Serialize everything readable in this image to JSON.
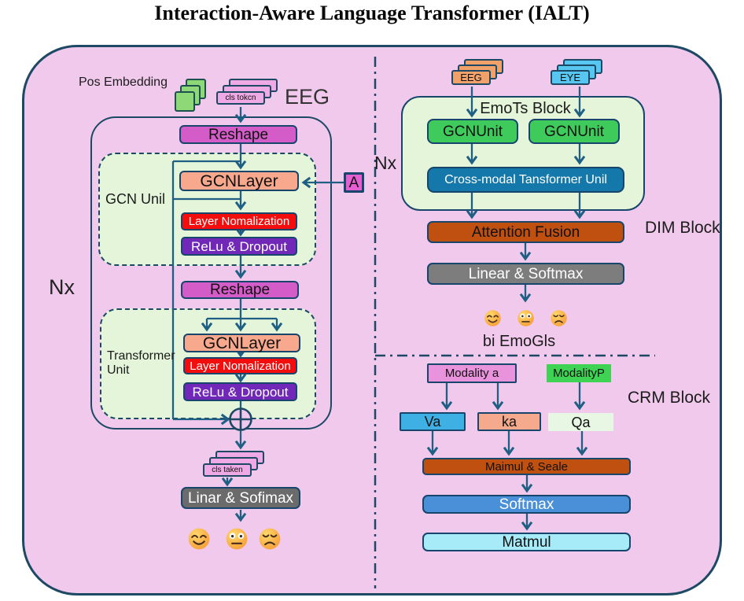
{
  "title": "Interaction-Aware Language Transformer (IALT)",
  "palette": {
    "outer_bg": "#f0c9ec",
    "outer_border": "#1d4965",
    "unit_bg": "#e4f5da",
    "arrow": "#1e5f83",
    "reshape_magenta": "#d45cc8",
    "gcn_layer_salmon": "#f8a88c",
    "layer_norm_red": "#f30d0d",
    "relu_purple": "#7127b8",
    "adjacency_magenta": "#e35fd2",
    "cls_stack_pink": "#efa9e4",
    "pos_embedding_green": "#8fd877",
    "head_gray": "#6b6b6b",
    "eeg_stack_orange": "#f1a26b",
    "eye_stack_blue": "#57c7f2",
    "gcn_unit_green": "#3ecb5b",
    "cross_modal_blue": "#1478aa",
    "attention_rust": "#c05010",
    "linear_gray": "#7d7d7d",
    "modality_a_pink": "#e893dc",
    "modality_p_green": "#3ed353",
    "va_blue": "#3fb0e4",
    "ka_salmon": "#f5aa8e",
    "qa_pale_green": "#e7f7e3",
    "softmax_blue": "#4a90d8",
    "matmul_cyan": "#a7eaf8"
  },
  "left_panel": {
    "pos_embedding_label": "Pos Embedding",
    "cls_token_top_label": "cls tokcn",
    "input_label": "EEG",
    "repeat_label": "Nx",
    "reshape_top": "Reshape",
    "adjacency_label": "A",
    "gcn_unit": {
      "label": "GCN Unil",
      "gcn_layer": "GCNLayer",
      "layer_norm": "Layer Nomalization",
      "relu_dropout": "ReLu & Dropout"
    },
    "reshape_mid": "Reshape",
    "transformer_unit": {
      "label": "Transformer Unit",
      "gcn_layer": "GCNLayer",
      "layer_norm": "Layer Nomalization",
      "relu_dropout": "ReLu & Dropout"
    },
    "cls_token_bottom_label": "cls taken",
    "output_head": "Linar & Sofimax",
    "emojis": [
      "happy",
      "neutral",
      "sad"
    ]
  },
  "dim_block": {
    "block_label": "DIM Block",
    "repeat_label": "Nx",
    "eeg_stack_label": "EEG",
    "eye_stack_label": "EYE",
    "emots_label": "EmoTs Block",
    "gcn_unit_left": "GCNUnit",
    "gcn_unit_right": "GCNUnit",
    "cross_modal": "Cross-modal Tansformer Unil",
    "attention_fusion": "Attention Fusion",
    "linear_softmax": "Linear & Softmax",
    "output_label": "bi EmoGls",
    "emojis": [
      "happy",
      "neutral",
      "sad"
    ]
  },
  "crm_block": {
    "block_label": "CRM Block",
    "modality_a": "Modality a",
    "modality_p": "ModalityP",
    "value_label": "Va",
    "key_label": "ka",
    "query_label": "Qa",
    "matmul_scale": "Maimul & Seale",
    "softmax": "Softmax",
    "matmul": "Matmul"
  }
}
